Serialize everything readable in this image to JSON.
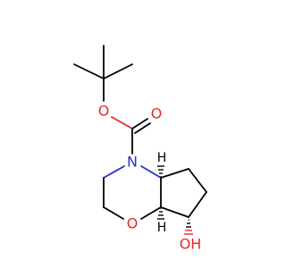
{
  "molecule": {
    "atoms": {
      "carbonyl_o": {
        "label": "O",
        "color": "#e8282b"
      },
      "ester_o": {
        "label": "O",
        "color": "#e8282b"
      },
      "ring_n": {
        "label": "N",
        "color": "#2432c8"
      },
      "ring_o": {
        "label": "O",
        "color": "#e8282b"
      },
      "hydroxyl": {
        "label": "OH",
        "color": "#e8282b"
      },
      "stereo_h_top": {
        "label": "H",
        "color": "#000000"
      },
      "stereo_h_bottom": {
        "label": "H",
        "color": "#000000"
      }
    }
  }
}
